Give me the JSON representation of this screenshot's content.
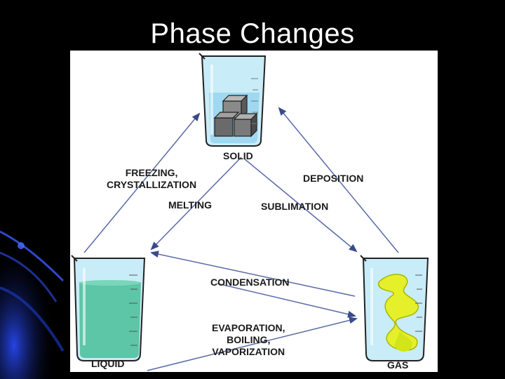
{
  "slide": {
    "title": "Phase Changes"
  },
  "diagram": {
    "states": {
      "solid": "SOLID",
      "liquid": "LIQUID",
      "gas": "GAS"
    },
    "transitions": {
      "freezing": [
        "FREEZING,",
        "CRYSTALLIZATION"
      ],
      "melting": "MELTING",
      "deposition": "DEPOSITION",
      "sublimation": "SUBLIMATION",
      "condensation": "CONDENSATION",
      "evaporation": [
        "EVAPORATION,",
        "BOILING,",
        "VAPORIZATION"
      ]
    }
  },
  "colors": {
    "background": "#000000",
    "accent_blue": "#1a3cc8",
    "panel": "#ffffff",
    "arrow": "#4a5a9a",
    "beaker_glass": "#bfe6f5",
    "liquid": "#55c8a8",
    "gas": "#e6f02a",
    "ice": "#707070"
  }
}
